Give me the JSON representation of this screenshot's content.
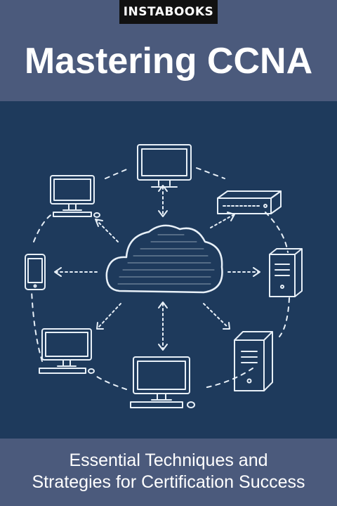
{
  "cover": {
    "publisher": "INSTABOOKS",
    "title": "Mastering CCNA",
    "subtitle_lines": [
      "Essential Techniques and",
      "Strategies for Certification Success"
    ]
  },
  "illustration": {
    "hub_icon": "cloud-icon",
    "devices": [
      "monitor-icon",
      "desktop-computer-icon",
      "network-switch-icon",
      "tower-server-icon",
      "tower-server-icon",
      "desktop-computer-icon",
      "desktop-computer-icon",
      "smartphone-icon"
    ],
    "colors": {
      "background": "#1e3a5c",
      "chalk": "#e8f0f8",
      "frame": "#4b5a7c"
    }
  }
}
